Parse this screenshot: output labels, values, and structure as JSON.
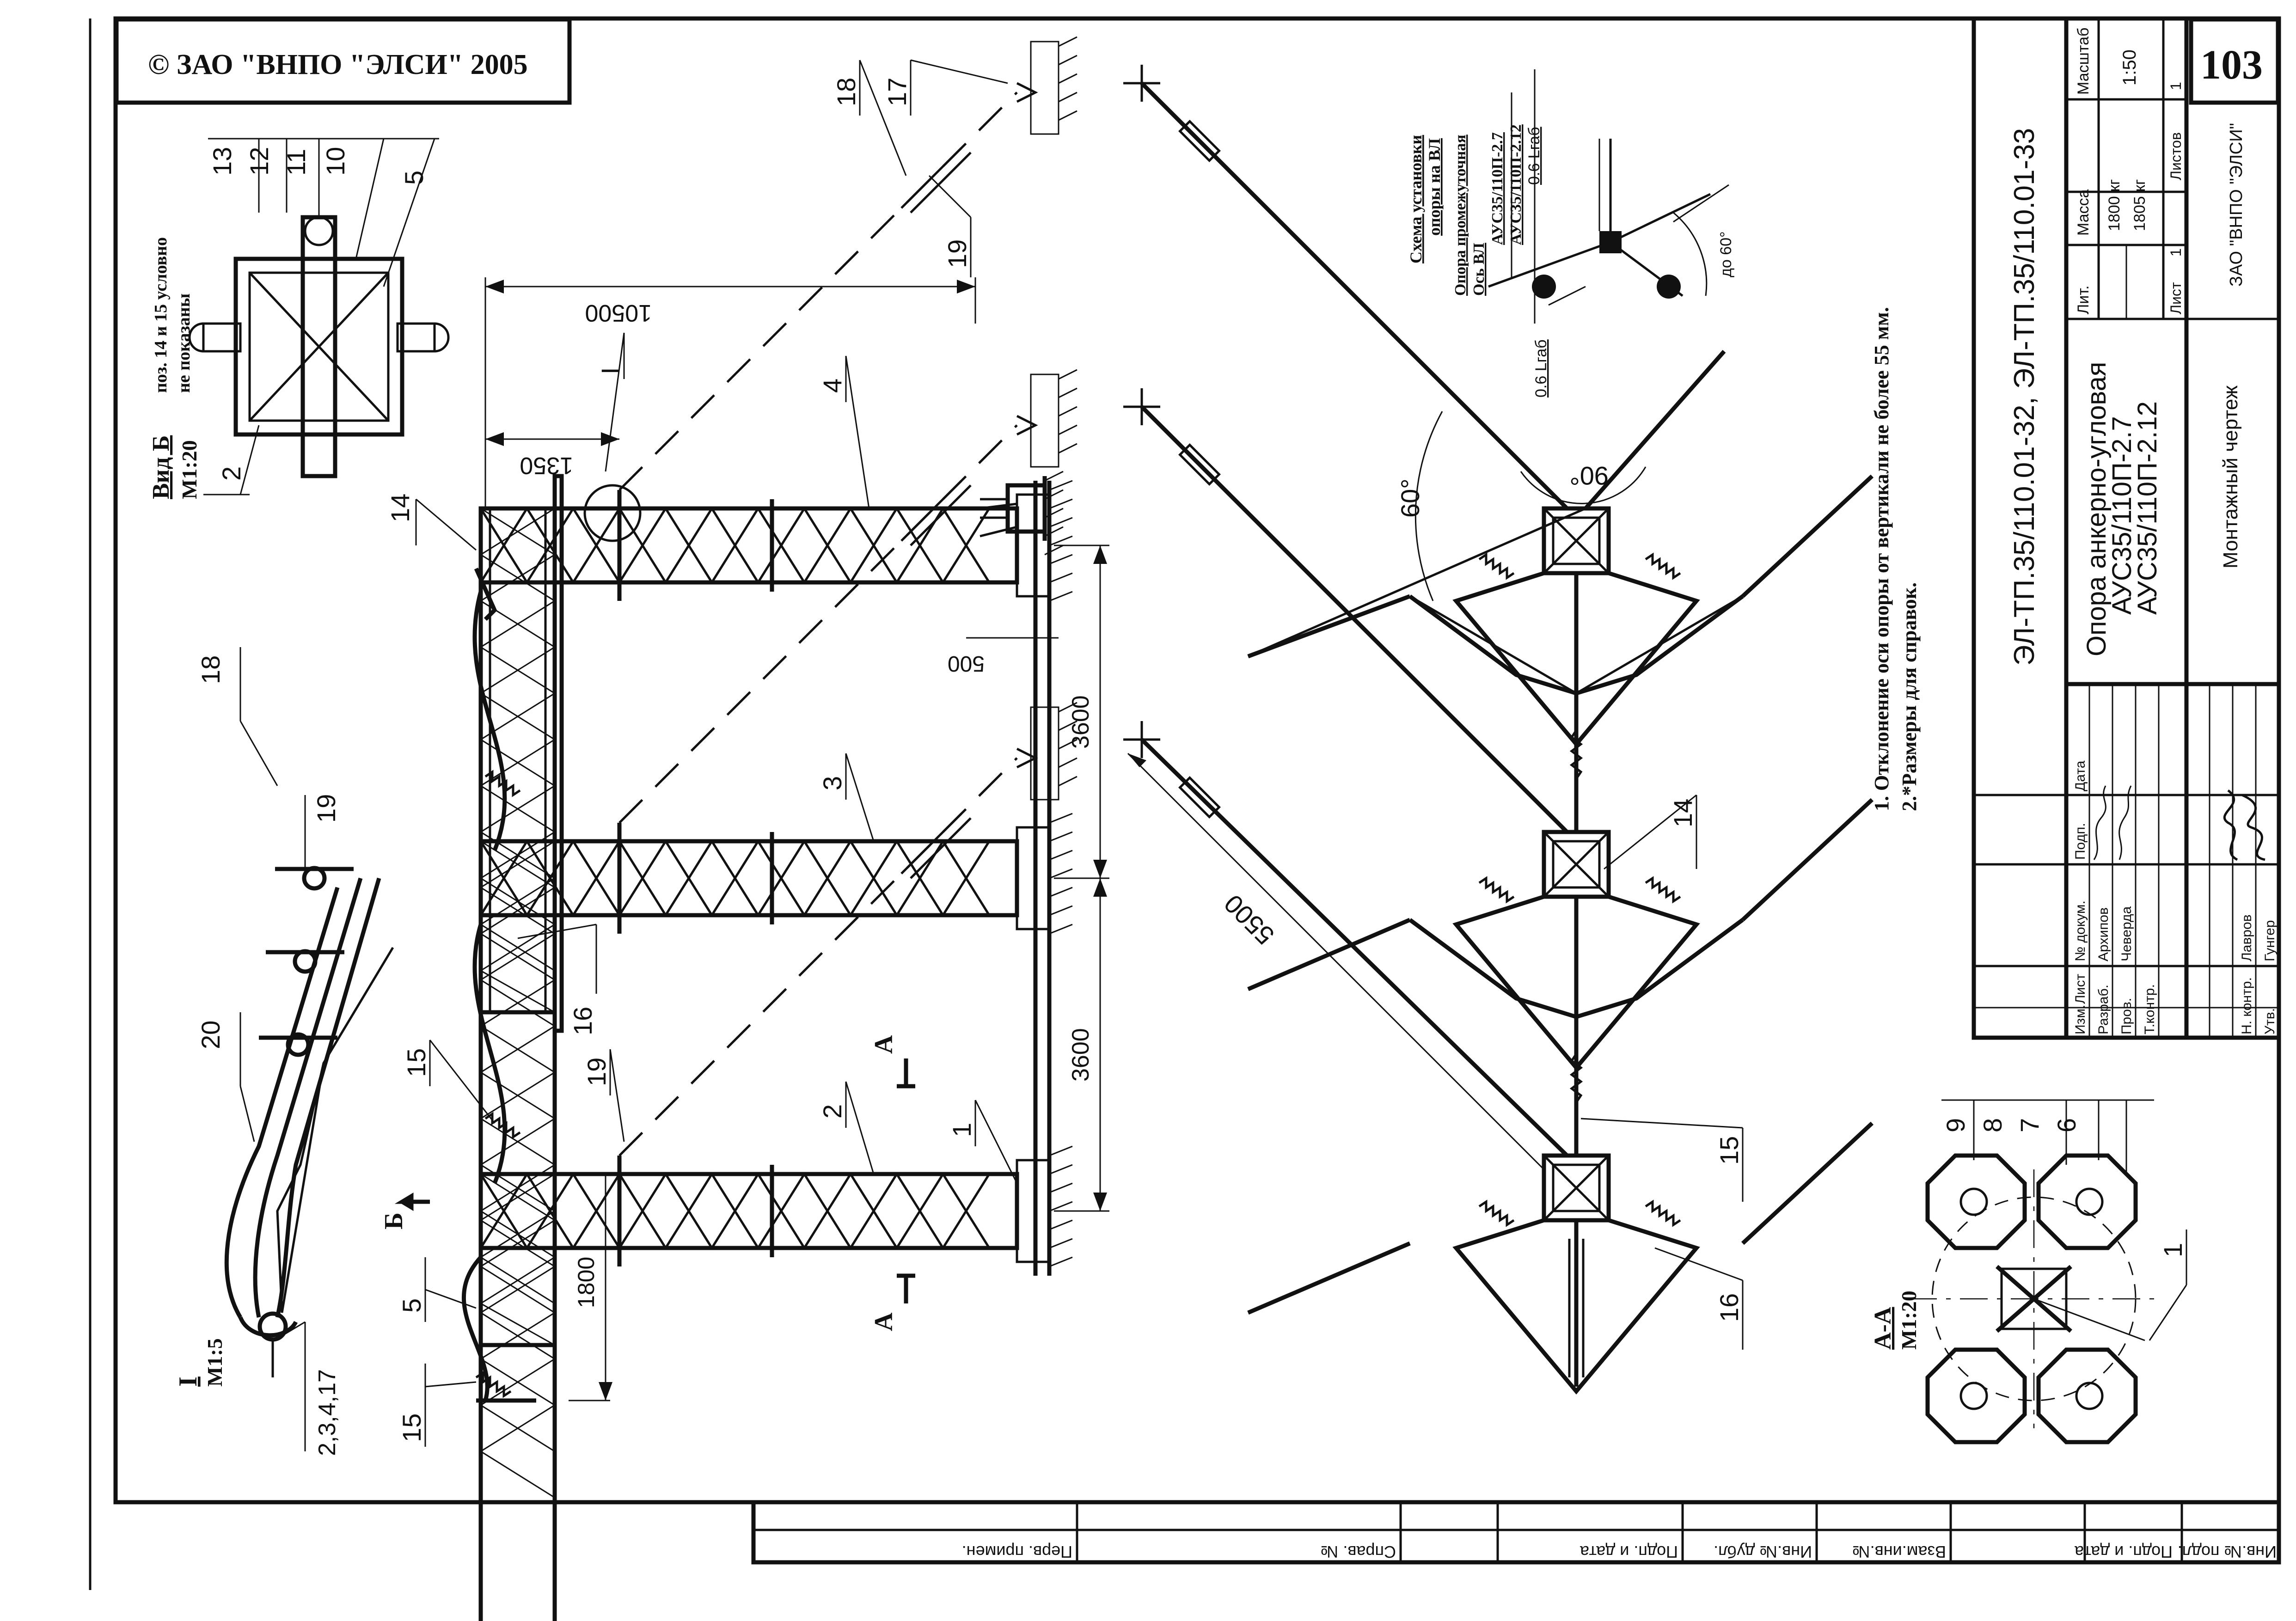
{
  "copyright": "© ЗАО \"ВНПО \"ЭЛСИ\" 2005",
  "sheet_number": "103",
  "designation": "ЭЛ-ТП.35/110.01-32, ЭЛ-ТП.35/110.01-33",
  "title_lines": [
    "Опора анкерно-угловая",
    "АУС35/110П-2.7",
    "АУС35/110П-2.12"
  ],
  "drawing_type": "Монтажный чертеж",
  "organization": "ЗАО \"ВНПО \"ЭЛСИ\"",
  "title_block": {
    "lit_header": "Лит.",
    "mass_header": "Масса",
    "scale_header": "Масштаб",
    "masses": [
      "1800 кг",
      "1805 кг"
    ],
    "scale": "1:50",
    "sheet_label": "Лист",
    "sheet_value": "1",
    "sheets_label": "Листов",
    "sheets_value": "1",
    "columns": [
      "Изм.",
      "Лист",
      "№ докум.",
      "Подп.",
      "Дата"
    ],
    "roles": [
      {
        "role": "Разраб.",
        "name": "Архипов"
      },
      {
        "role": "Пров.",
        "name": "Чеверда"
      },
      {
        "role": "Т.контр.",
        "name": ""
      },
      {
        "role": "",
        "name": ""
      },
      {
        "role": "Н. контр.",
        "name": "Лавров"
      },
      {
        "role": "Утв.",
        "name": "Гунгер"
      }
    ]
  },
  "notes": [
    "1. Отклонение  оси опоры от вертикали не более 55 мм.",
    "2.*Размеры для справок."
  ],
  "view_b": {
    "title": "Вид Б",
    "scale": "М1:20",
    "note_line1": "поз. 14 и 15 условно",
    "note_line2": "не показаны"
  },
  "view_i": {
    "title": "I",
    "scale": "М1:5",
    "callout_ref": "2,3,4,17"
  },
  "view_aa": {
    "title": "А-А",
    "scale": "М1:20"
  },
  "scheme": {
    "title_line1": "Схема установки",
    "title_line2": "опоры на ВЛ",
    "label_intermediate": "Опора промежуточная",
    "label_axis": "Ось ВЛ",
    "label_type1": "АУС35/110П-2.7",
    "label_type2": "АУС35/110П-2.12",
    "span1": "0.6 Lгаб",
    "span2": "0.6 Lгаб",
    "angle": "до 60°"
  },
  "dimensions": {
    "d10500": "10500",
    "d1350": "1350",
    "d500": "500",
    "d3600a": "3600",
    "d3600b": "3600",
    "d1800": "1800",
    "d5500": "5500",
    "a60": "60°",
    "a90": "90°"
  },
  "section_marks": {
    "a_upper": "А",
    "a_lower": "А",
    "b": "Б"
  },
  "positions": {
    "p1": "1",
    "p2": "2",
    "p3": "3",
    "p4": "4",
    "p5": "5",
    "p6": "6",
    "p7": "7",
    "p8": "8",
    "p9": "9",
    "p10": "10",
    "p11": "11",
    "p12": "12",
    "p13": "13",
    "p14": "14",
    "p15": "15",
    "p16": "16",
    "p17": "17",
    "p18": "18",
    "p19": "19",
    "p20": "20"
  },
  "margin_stamps": [
    "Инв.№ подл.",
    "Подп. и дата",
    "Взам.инв.№",
    "Инв.№ дубл.",
    "Подп. и дата",
    "Справ. №",
    "Перв. примен."
  ]
}
